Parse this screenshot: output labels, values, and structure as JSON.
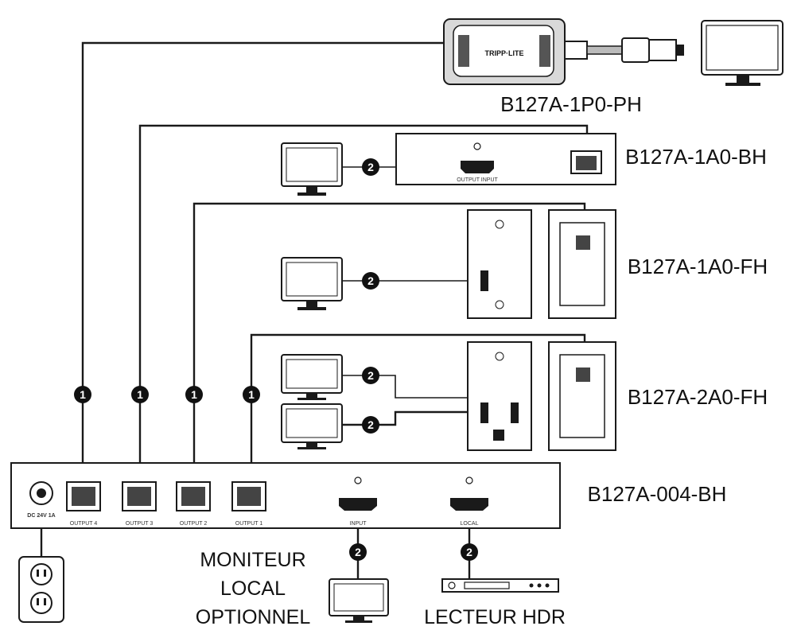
{
  "labels": {
    "pusb": "B127A-1P0-PH",
    "rx_box": "B127A-1A0-BH",
    "rx_wall1": "B127A-1A0-FH",
    "rx_wall2": "B127A-2A0-FH",
    "splitter": "B127A-004-BH",
    "local_monitor_line1": "MONITEUR",
    "local_monitor_line2": "LOCAL",
    "local_monitor_line3": "OPTIONNEL",
    "hdr_player": "LECTEUR HDR"
  },
  "splitter_ports": {
    "power": "DC 24V 1A",
    "out4": "OUTPUT 4",
    "out3": "OUTPUT 3",
    "out2": "OUTPUT 2",
    "out1": "OUTPUT 1",
    "input": "INPUT",
    "local": "LOCAL"
  },
  "rx_box_port": "OUTPUT INPUT",
  "pusb_brand": "TRIPP·LITE",
  "badges": {
    "one": "1",
    "two": "2"
  },
  "colors": {
    "line": "#1a1a1a",
    "badge": "#111111",
    "device_fill": "#ffffff",
    "device_gray": "#d9d9d9"
  },
  "icons": [
    "monitor-icon",
    "outlet-icon",
    "rj45-port-icon",
    "hdmi-port-icon",
    "power-jack-icon",
    "media-player-icon",
    "usb-cable-icon"
  ]
}
